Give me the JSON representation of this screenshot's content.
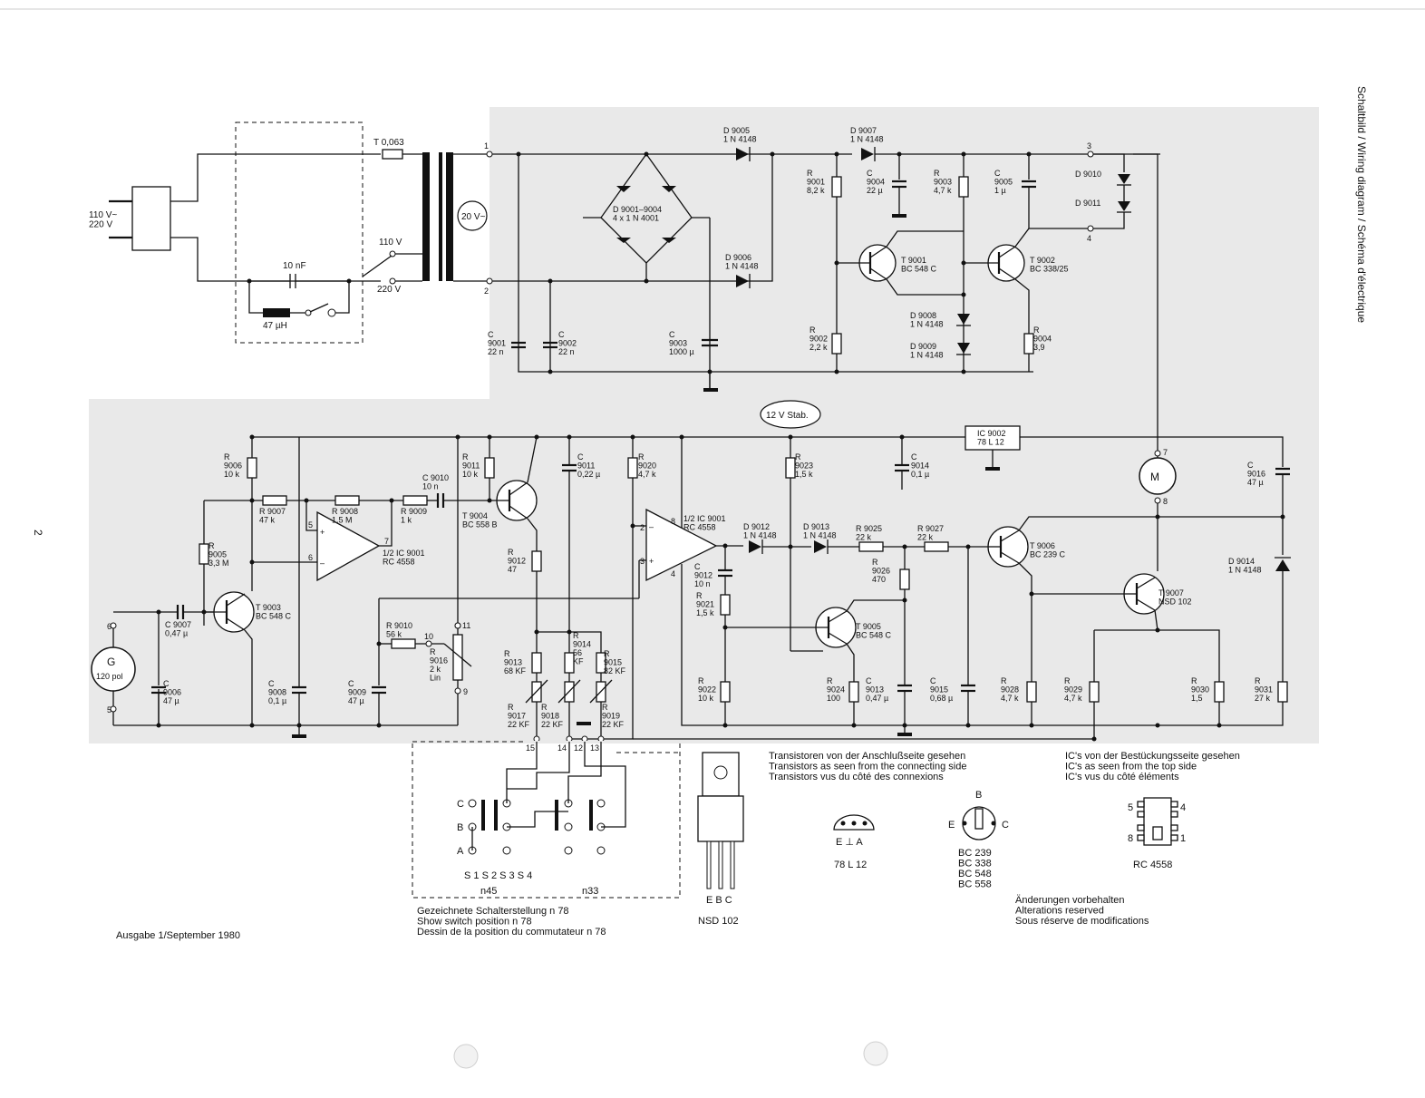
{
  "side_title": "Schaltbild / Wiring diagram / Schéma d'électrique",
  "page_number": "2",
  "edition": "Ausgabe 1/September 1980",
  "power": {
    "mains": "110 V~\n220 V",
    "fuse": "T 0,063",
    "cap_10nF": "10 nF",
    "inductor": "47 µH",
    "tap_110": "110 V",
    "tap_220": "220 V",
    "secondary": "20 V~",
    "pin1": "1",
    "pin2": "2"
  },
  "supply": {
    "D9005": "D 9005\n1 N 4148",
    "D9006": "D 9006\n1 N 4148",
    "D9007": "D 9007\n1 N 4148",
    "bridge": "D 9001–9004\n4 x 1 N 4001",
    "C9001": "C\n9001\n22 n",
    "C9002": "C\n9002\n22 n",
    "C9003": "C\n9003\n1000 µ",
    "R9001": "R\n9001\n8,2 k",
    "C9004": "C\n9004\n22 µ",
    "R9003": "R\n9003\n4,7 k",
    "C9005": "C\n9005\n1 µ",
    "D9010": "D 9010",
    "D9011": "D 9011",
    "T9001": "T 9001\nBC 548 C",
    "T9002": "T 9002\nBC 338/25",
    "D9008": "D 9008\n1 N 4148",
    "D9009": "D 9009\n1 N 4148",
    "R9002": "R\n9002\n2,2 k",
    "R9004": "R\n9004\n3,9",
    "pin3": "3",
    "pin4": "4"
  },
  "control": {
    "stab": "12 V Stab.",
    "IC9002": "IC 9002\n78 L 12",
    "R9006": "R\n9006\n10 k",
    "R9007": "R 9007\n47 k",
    "R9008": "R 9008\n1,5 M",
    "R9009": "R 9009\n1 k",
    "C9010": "C 9010\n10 n",
    "R9011": "R\n9011\n10 k",
    "C9011": "C\n9011\n0,22 µ",
    "R9020": "R\n9020\n4,7 k",
    "R9023": "R\n9023\n1,5 k",
    "C9014": "C\n9014\n0,1 µ",
    "C9016": "C\n9016\n47 µ",
    "R9005": "R\n9005\n3,3 M",
    "IC9001a": "1/2 IC 9001\nRC 4558",
    "IC9001b": "1/2 IC 9001\nRC 4558",
    "T9004": "T 9004\nBC 558 B",
    "R9012": "R\n9012\n47",
    "D9012": "D 9012\n1 N 4148",
    "D9013": "D 9013\n1 N 4148",
    "R9025": "R 9025\n22 k",
    "R9027": "R 9027\n22 k",
    "T9006": "T 9006\nBC 239 C",
    "D9014": "D 9014\n1 N 4148",
    "T9007": "T 9007\nNSD 102",
    "R9026": "R\n9026\n470",
    "C9012": "C\n9012\n10 n",
    "R9021": "R\n9021\n1,5 k",
    "T9005": "T 9005\nBC 548 C",
    "C9007": "C 9007\n0,47 µ",
    "T9003": "T 9003\nBC 548 C",
    "R9010": "R 9010\n56 k",
    "R9016": "R\n9016\n2 k\nLin",
    "R9013": "R\n9013\n68 KF",
    "R9014": "R\n9014\n56\nKF",
    "R9015": "R\n9015\n82 KF",
    "gen": "G",
    "gen_sub": "120 pol",
    "C9006": "C\n9006\n47 µ",
    "C9008": "C\n9008\n0,1 µ",
    "C9009": "C\n9009\n47 µ",
    "R9017": "R\n9017\n22 KF",
    "R9018": "R\n9018\n22 KF",
    "R9019": "R\n9019\n22 KF",
    "R9022": "R\n9022\n10 k",
    "R9024": "R\n9024\n100",
    "C9013": "C\n9013\n0,47 µ",
    "C9015": "C\n9015\n0,68 µ",
    "R9028": "R\n9028\n4,7 k",
    "R9029": "R\n9029\n4,7 k",
    "R9030": "R\n9030\n1,5",
    "R9031": "R\n9031\n27 k",
    "motor": "M",
    "pins": {
      "p5": "5",
      "p6": "6",
      "p7": "7",
      "p8": "8",
      "p9": "9",
      "p10": "10",
      "p11": "11",
      "p12": "12",
      "p13": "13",
      "p14": "14",
      "p15": "15",
      "op2": "2",
      "op3": "3",
      "op4": "4",
      "op5": "5",
      "op6": "6",
      "op7": "7",
      "op8": "8",
      "plus": "+",
      "minus": "–"
    }
  },
  "switch": {
    "rowC": "C",
    "rowB": "B",
    "rowA": "A",
    "labels": "S 1   S 2          S 3   S 4",
    "n45": "n45",
    "n33": "n33",
    "note": "Gezeichnete Schalterstellung   n 78\nShow switch position    n 78\nDessin de la position du commutateur   n 78"
  },
  "legend": {
    "transistors_note": "Transistoren von der Anschlußseite gesehen\nTransistors as seen from the connecting side\nTransistors vus du côté des connexions",
    "ics_note": "IC's von der Bestückungsseite gesehen\nIC's as seen from the top side\nIC's vus du côté éléments",
    "reg_pins": "E   ⊥   A",
    "reg_name": "78 L 12",
    "to92_b": "B",
    "to92_e": "E",
    "to92_c": "C",
    "to92_list": "BC 239\nBC 338\nBC 548\nBC 558",
    "ic_p5": "5",
    "ic_p4": "4",
    "ic_p8": "8",
    "ic_p1": "1",
    "ic_name": "RC 4558",
    "nsd_pins": "E B C",
    "nsd_name": "NSD 102",
    "alterations": "Änderungen vorbehalten\nAlterations reserved\nSous réserve de modifications"
  }
}
